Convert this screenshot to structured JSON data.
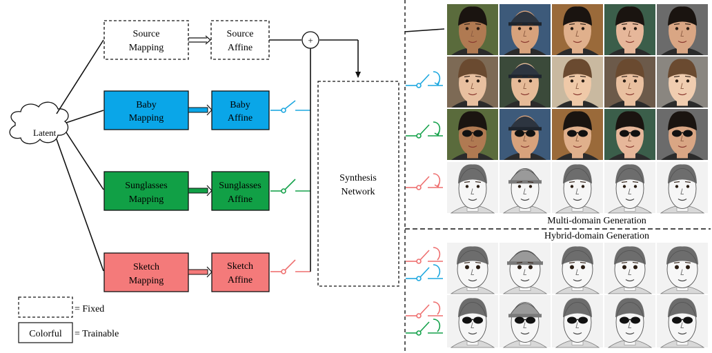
{
  "latent_label": "Latent",
  "source": {
    "mapping_l1": "Source",
    "mapping_l2": "Mapping",
    "affine_l1": "Source",
    "affine_l2": "Affine"
  },
  "branches": [
    {
      "key": "baby",
      "mapping_l1": "Baby",
      "mapping_l2": "Mapping",
      "affine_l1": "Baby",
      "affine_l2": "Affine",
      "color": "#0aa6e8",
      "switch_color": "#1ca7df"
    },
    {
      "key": "sunglasses",
      "mapping_l1": "Sunglasses",
      "mapping_l2": "Mapping",
      "affine_l1": "Sunglasses",
      "affine_l2": "Affine",
      "color": "#11a046",
      "switch_color": "#14a14a"
    },
    {
      "key": "sketch",
      "mapping_l1": "Sketch",
      "mapping_l2": "Mapping",
      "affine_l1": "Sketch",
      "affine_l2": "Affine",
      "color": "#f47a7a",
      "switch_color": "#ee6f6f"
    }
  ],
  "plus_symbol": "+",
  "synthesis_l1": "Synthesis",
  "synthesis_l2": "Network",
  "legend": {
    "fixed_label": "= Fixed",
    "trainable_box": "Colorful",
    "trainable_label": "= Trainable"
  },
  "section_multi": "Multi-domain Generation",
  "section_hybrid": "Hybrid-domain Generation",
  "image_rows": [
    "source-faces",
    "baby-faces",
    "sunglasses-faces",
    "sketch-faces",
    "hybrid-sketch-baby",
    "hybrid-sketch-sunglasses"
  ]
}
